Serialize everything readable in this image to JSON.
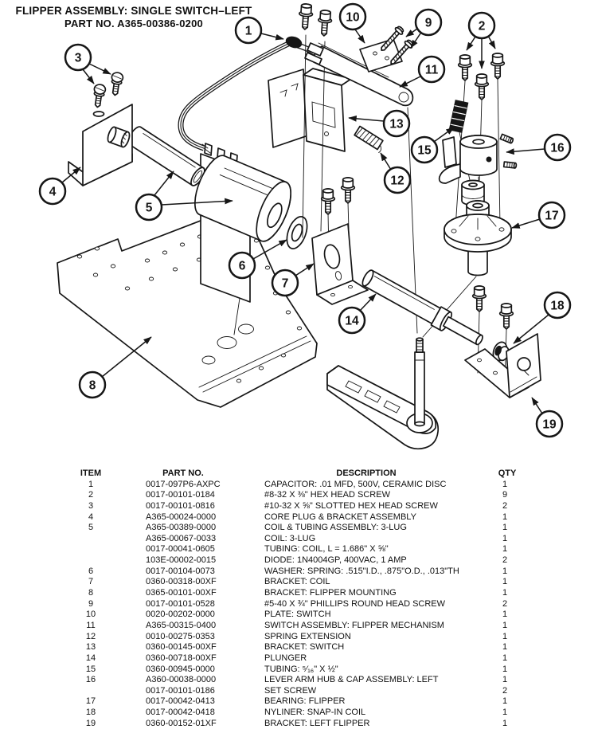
{
  "title": {
    "line1": "FLIPPER ASSEMBLY: SINGLE SWITCH–LEFT",
    "line2": "PART NO. A365-00386-0200"
  },
  "diagram": {
    "balloons": [
      {
        "n": "1"
      },
      {
        "n": "2"
      },
      {
        "n": "3"
      },
      {
        "n": "4"
      },
      {
        "n": "5"
      },
      {
        "n": "6"
      },
      {
        "n": "7"
      },
      {
        "n": "8"
      },
      {
        "n": "9"
      },
      {
        "n": "10"
      },
      {
        "n": "11"
      },
      {
        "n": "12"
      },
      {
        "n": "13"
      },
      {
        "n": "14"
      },
      {
        "n": "15"
      },
      {
        "n": "16"
      },
      {
        "n": "17"
      },
      {
        "n": "18"
      },
      {
        "n": "19"
      }
    ]
  },
  "parts_table": {
    "headers": {
      "item": "ITEM",
      "part_no": "PART NO.",
      "description": "DESCRIPTION",
      "qty": "QTY"
    },
    "rows": [
      {
        "item": "1",
        "part_no": "0017-097P6-AXPC",
        "description": "CAPACITOR: .01 MFD, 500V, CERAMIC DISC",
        "qty": "1"
      },
      {
        "item": "2",
        "part_no": "0017-00101-0184",
        "description": "#8-32 X ⅜\" HEX HEAD SCREW",
        "qty": "9"
      },
      {
        "item": "3",
        "part_no": "0017-00101-0816",
        "description": "#10-32 X ⅝\" SLOTTED HEX HEAD SCREW",
        "qty": "2"
      },
      {
        "item": "4",
        "part_no": "A365-00024-0000",
        "description": "CORE PLUG & BRACKET ASSEMBLY",
        "qty": "1"
      },
      {
        "item": "5",
        "part_no": "A365-00389-0000",
        "description": "COIL & TUBING ASSEMBLY: 3-LUG",
        "qty": "1"
      },
      {
        "item": "",
        "part_no": "A365-00067-0033",
        "description": "COIL: 3-LUG",
        "qty": "1"
      },
      {
        "item": "",
        "part_no": "0017-00041-0605",
        "description": "TUBING: COIL, L = 1.686\" X ⅝\"",
        "qty": "1"
      },
      {
        "item": "",
        "part_no": "103E-00002-0015",
        "description": "DIODE: 1N4004GP, 400VAC, 1 AMP",
        "qty": "2"
      },
      {
        "item": "6",
        "part_no": "0017-00104-0073",
        "description": "WASHER: SPRING: .515\"I.D., .875\"O.D., .013\"TH",
        "qty": "1"
      },
      {
        "item": "7",
        "part_no": "0360-00318-00XF",
        "description": "BRACKET: COIL",
        "qty": "1"
      },
      {
        "item": "8",
        "part_no": "0365-00101-00XF",
        "description": "BRACKET: FLIPPER MOUNTING",
        "qty": "1"
      },
      {
        "item": "9",
        "part_no": "0017-00101-0528",
        "description": "#5-40 X ¾\" PHILLIPS ROUND HEAD SCREW",
        "qty": "2"
      },
      {
        "item": "10",
        "part_no": "0020-00202-0000",
        "description": "PLATE: SWITCH",
        "qty": "1"
      },
      {
        "item": "11",
        "part_no": "A365-00315-0400",
        "description": "SWITCH ASSEMBLY: FLIPPER MECHANISM",
        "qty": "1"
      },
      {
        "item": "12",
        "part_no": "0010-00275-0353",
        "description": "SPRING EXTENSION",
        "qty": "1"
      },
      {
        "item": "13",
        "part_no": "0360-00145-00XF",
        "description": "BRACKET: SWITCH",
        "qty": "1"
      },
      {
        "item": "14",
        "part_no": "0360-00718-00XF",
        "description": "PLUNGER",
        "qty": "1"
      },
      {
        "item": "15",
        "part_no": "0360-00945-0000",
        "description": "TUBING: ⁵⁄₁₆\" X ½\"",
        "qty": "1"
      },
      {
        "item": "16",
        "part_no": "A360-00038-0000",
        "description": "LEVER ARM HUB & CAP ASSEMBLY: LEFT",
        "qty": "1"
      },
      {
        "item": "",
        "part_no": "0017-00101-0186",
        "description": "SET SCREW",
        "qty": "2"
      },
      {
        "item": "17",
        "part_no": "0017-00042-0413",
        "description": "BEARING: FLIPPER",
        "qty": "1"
      },
      {
        "item": "18",
        "part_no": "0017-00042-0418",
        "description": "NYLINER: SNAP-IN COIL",
        "qty": "1"
      },
      {
        "item": "19",
        "part_no": "0360-00152-01XF",
        "description": "BRACKET: LEFT FLIPPER",
        "qty": "1"
      }
    ]
  }
}
